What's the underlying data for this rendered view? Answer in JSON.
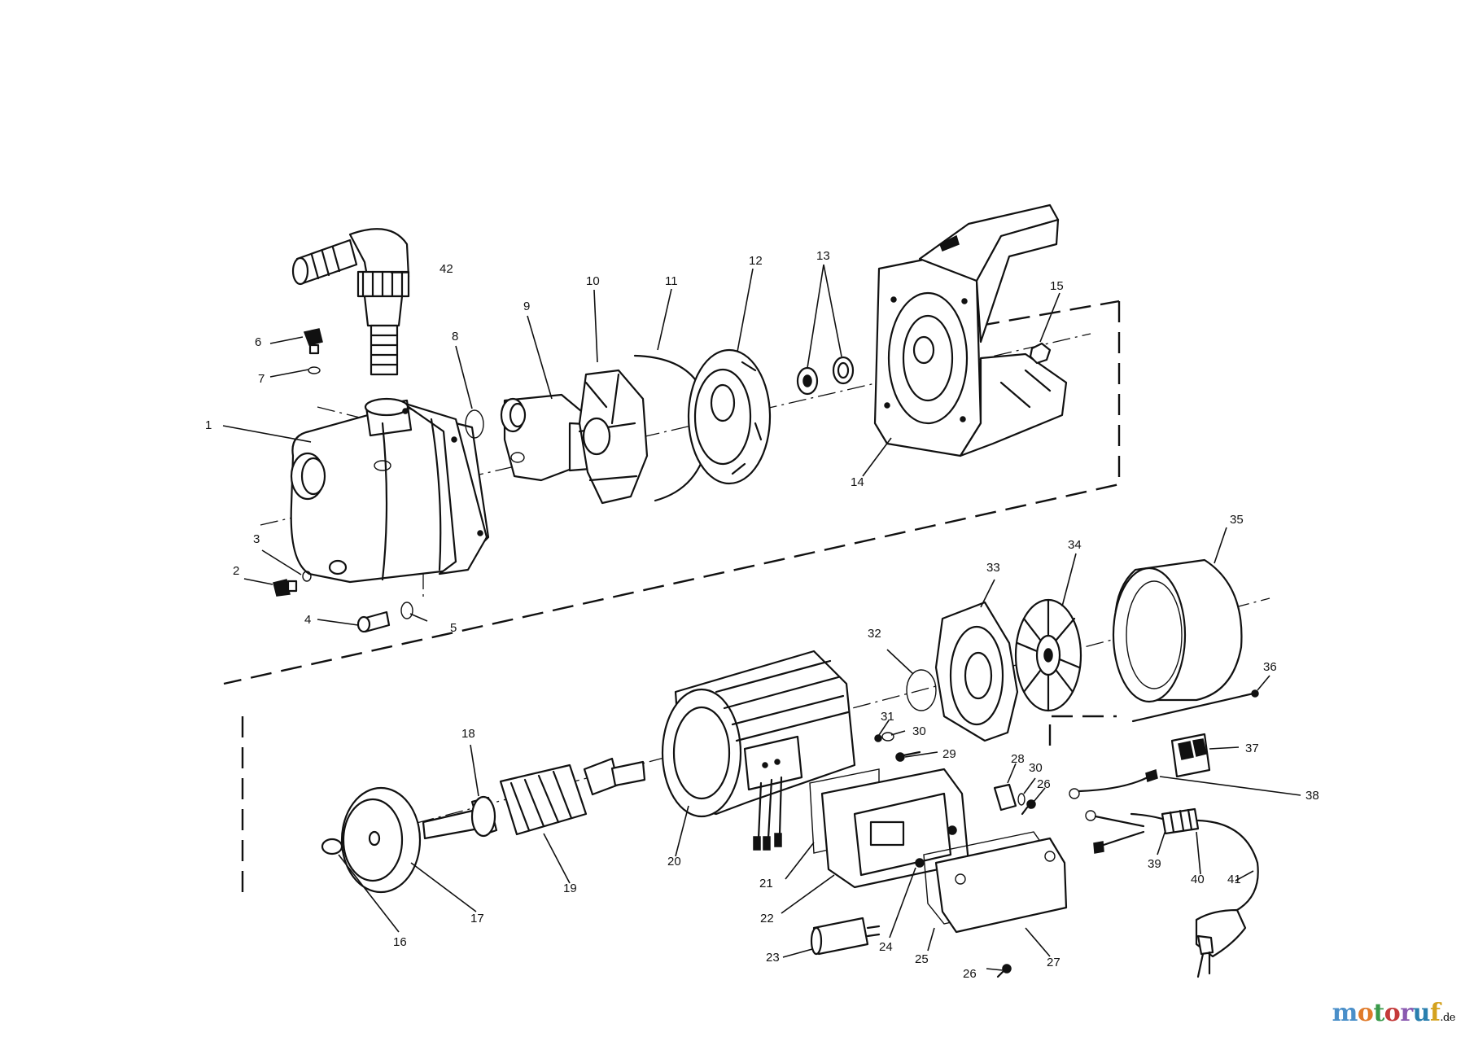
{
  "labels": {
    "p1": "1",
    "p2": "2",
    "p3": "3",
    "p4": "4",
    "p5": "5",
    "p6": "6",
    "p7": "7",
    "p8": "8",
    "p9": "9",
    "p10": "10",
    "p11": "11",
    "p12": "12",
    "p13": "13",
    "p14": "14",
    "p15": "15",
    "p16": "16",
    "p17": "17",
    "p18": "18",
    "p19": "19",
    "p20": "20",
    "p21": "21",
    "p22": "22",
    "p23": "23",
    "p24": "24",
    "p25": "25",
    "p26a": "26",
    "p26b": "26",
    "p27": "27",
    "p28": "28",
    "p29": "29",
    "p30a": "30",
    "p30b": "30",
    "p31": "31",
    "p32": "32",
    "p33": "33",
    "p34": "34",
    "p35": "35",
    "p36": "36",
    "p37": "37",
    "p38": "38",
    "p39": "39",
    "p40": "40",
    "p41": "41",
    "p42": "42"
  },
  "watermark": {
    "brand": "motoruf",
    "tld": ".de",
    "colors": [
      "#4a8fc9",
      "#e07b2a",
      "#3a9a4a",
      "#c43a3a",
      "#8a5ab0",
      "#2a7fae",
      "#d4a21e"
    ]
  }
}
